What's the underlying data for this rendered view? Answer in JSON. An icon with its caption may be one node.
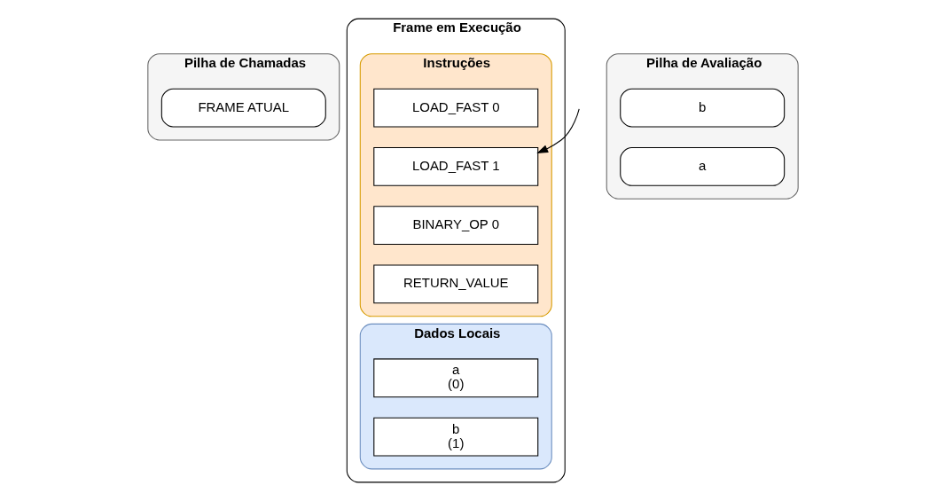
{
  "diagram": {
    "nodes": [
      {
        "text": [
          "Pilha de Chamadas"
        ]
      },
      {
        "text": [
          "FRAME ATUAL"
        ],
        "in": 0
      },
      {
        "text": [
          "Frame em Execução"
        ]
      },
      {
        "text": [
          "Instruções"
        ],
        "in": 2
      },
      {
        "text": [
          "LOAD_FAST 0"
        ],
        "in": 3
      },
      {
        "text": [
          "LOAD_FAST 1"
        ],
        "in": 3
      },
      {
        "text": [
          "BINARY_OP 0"
        ],
        "in": 3
      },
      {
        "text": [
          "RETURN_VALUE"
        ],
        "in": 3
      },
      {
        "text": [
          "Dados Locais"
        ],
        "in": 2
      },
      {
        "text": [
          "a",
          "(0)"
        ],
        "in": 8
      },
      {
        "text": [
          "b",
          "(1)"
        ],
        "in": 8
      },
      {
        "text": [
          "Pilha de Avaliação"
        ]
      },
      {
        "text": [
          "b"
        ],
        "in": 11
      },
      {
        "text": [
          "a"
        ],
        "in": 11
      }
    ],
    "edges": [
      {
        "from": null,
        "to": 5,
        "arrow": "to"
      }
    ]
  }
}
